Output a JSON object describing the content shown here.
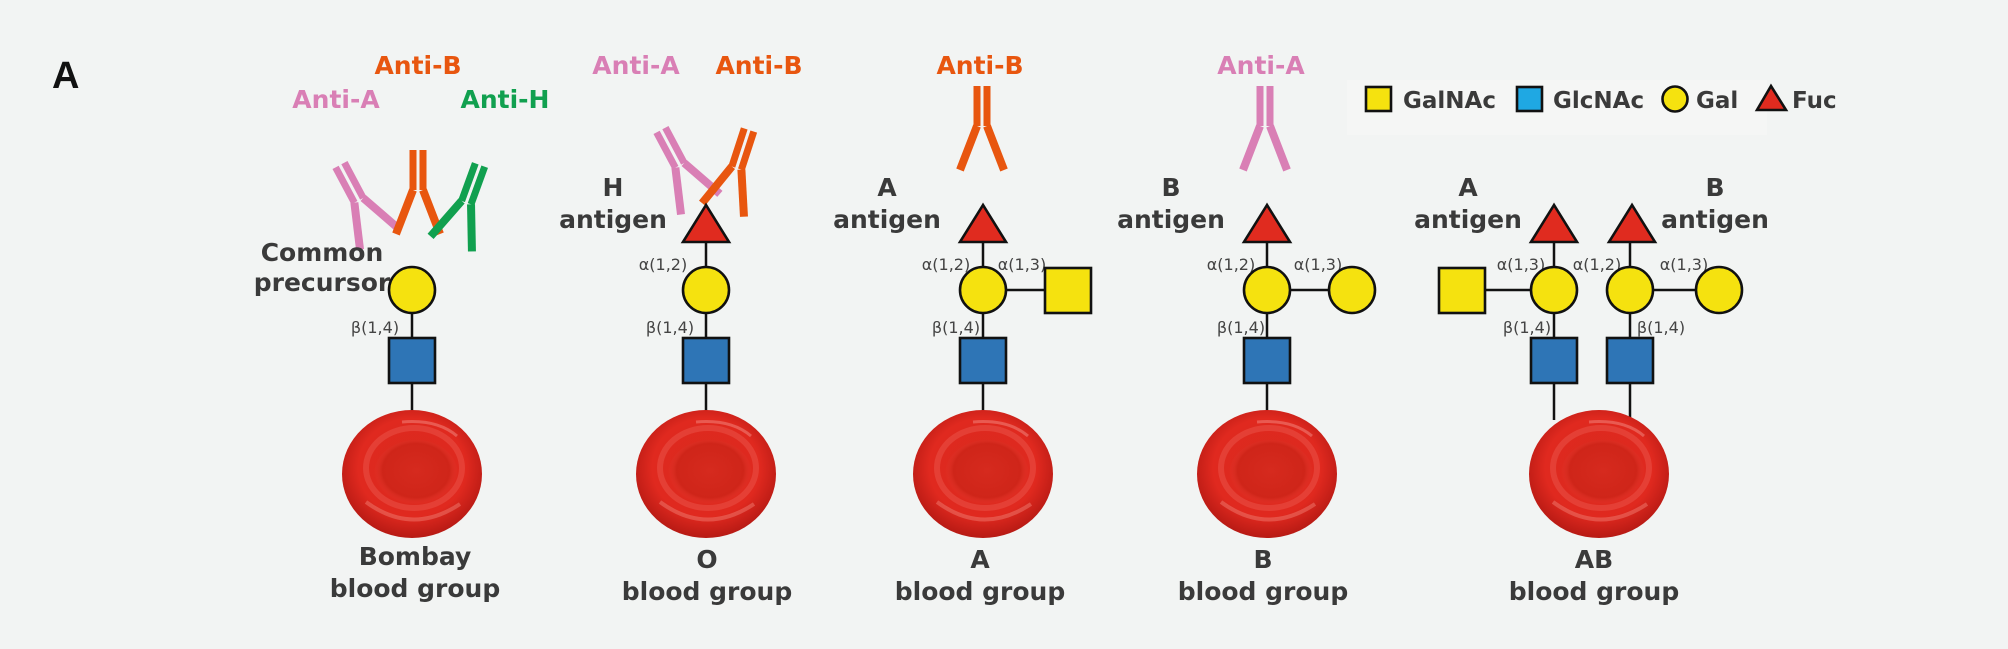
{
  "panel_label": "A",
  "colors": {
    "background": "#f2f4f3",
    "anti_a": "#d97fb5",
    "anti_b": "#e8560f",
    "anti_h": "#11a04f",
    "galnac": "#f5e20f",
    "glcnac_diagram": "#2e75b6",
    "glcnac_legend": "#1fa8e3",
    "gal": "#f5e20f",
    "fuc": "#e02b1f",
    "rbc": "#dc2a1f",
    "text": "#3a3a3a"
  },
  "legend": {
    "items": [
      {
        "shape": "square",
        "label": "GalNAc"
      },
      {
        "shape": "square",
        "label": "GlcNAc"
      },
      {
        "shape": "circle",
        "label": "Gal"
      },
      {
        "shape": "triangle",
        "label": "Fuc"
      }
    ]
  },
  "groups": [
    {
      "id": "bombay",
      "name_line1": "Bombay",
      "name_line2": "blood group",
      "antibodies": [
        "Anti-A",
        "Anti-B",
        "Anti-H"
      ],
      "antigen_label": [
        "Common",
        "precursor"
      ],
      "links": [
        "β(1,4)"
      ]
    },
    {
      "id": "o",
      "name_line1": "O",
      "name_line2": "blood group",
      "antibodies": [
        "Anti-A",
        "Anti-B"
      ],
      "antigen_label": [
        "H",
        "antigen"
      ],
      "links": [
        "α(1,2)",
        "β(1,4)"
      ]
    },
    {
      "id": "a",
      "name_line1": "A",
      "name_line2": "blood group",
      "antibodies": [
        "Anti-B"
      ],
      "antigen_label": [
        "A",
        "antigen"
      ],
      "links": [
        "α(1,2)",
        "α(1,3)",
        "β(1,4)"
      ]
    },
    {
      "id": "b",
      "name_line1": "B",
      "name_line2": "blood group",
      "antibodies": [
        "Anti-A"
      ],
      "antigen_label": [
        "B",
        "antigen"
      ],
      "links": [
        "α(1,2)",
        "α(1,3)",
        "β(1,4)"
      ]
    },
    {
      "id": "ab",
      "name_line1": "AB",
      "name_line2": "blood group",
      "antibodies": [],
      "antigen_labels": [
        [
          "A",
          "antigen"
        ],
        [
          "B",
          "antigen"
        ]
      ],
      "links": [
        "α(1,3)",
        "α(1,2)",
        "α(1,3)",
        "β(1,4)",
        "β(1,4)"
      ]
    }
  ]
}
